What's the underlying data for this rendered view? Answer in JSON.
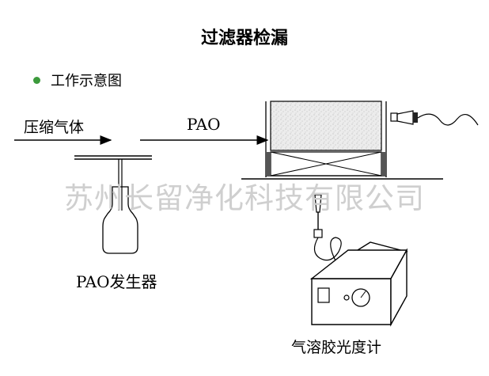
{
  "title": "过滤器检漏",
  "bullet": "工作示意图",
  "labels": {
    "compressed_air": "压缩气体",
    "pao": "PAO",
    "pao_generator": "PAO发生器",
    "photometer": "气溶胶光度计"
  },
  "watermark": "苏州长留净化科技有限公司",
  "colors": {
    "bullet": "#3c9a3c",
    "watermark": "#cfcfcf",
    "line": "#000000",
    "filter_media": "#e8e8e8"
  }
}
